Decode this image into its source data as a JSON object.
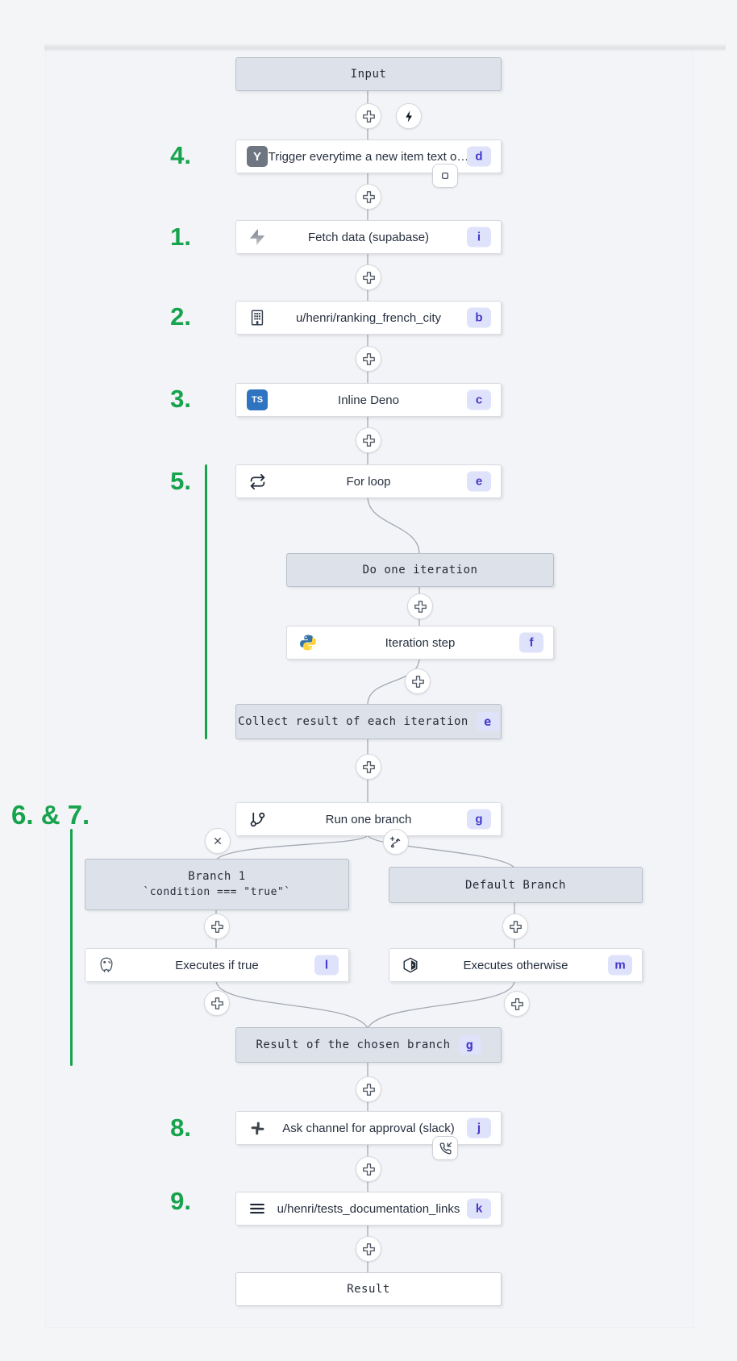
{
  "steps": {
    "input": {
      "label": "Input"
    },
    "trigger": {
      "label": "Trigger everytime a new item text o…",
      "badge": "d",
      "icon": "hacker-news",
      "icon_letter": "Y"
    },
    "fetch": {
      "label": "Fetch data (supabase)",
      "badge": "i",
      "icon": "supabase-bolt"
    },
    "ranking": {
      "label": "u/henri/ranking_french_city",
      "badge": "b",
      "icon": "building"
    },
    "inline_deno": {
      "label": "Inline Deno",
      "badge": "c",
      "icon": "typescript",
      "icon_letter": "TS"
    },
    "for_loop": {
      "label": "For loop",
      "badge": "e",
      "icon": "loop-repeat"
    },
    "do_one_iteration": {
      "label": "Do one iteration"
    },
    "iteration_step": {
      "label": "Iteration step",
      "badge": "f",
      "icon": "python"
    },
    "collect": {
      "label": "Collect result of each iteration",
      "badge": "e"
    },
    "run_one_branch": {
      "label": "Run one branch",
      "badge": "g",
      "icon": "git-branch"
    },
    "branch1": {
      "title": "Branch 1",
      "condition": "`condition === \"true\"`"
    },
    "default_branch": {
      "label": "Default Branch"
    },
    "executes_if_true": {
      "label": "Executes if true",
      "badge": "l",
      "icon": "postgresql"
    },
    "executes_otherwise": {
      "label": "Executes otherwise",
      "badge": "m",
      "icon": "module-cube"
    },
    "result_chosen": {
      "label": "Result of the chosen branch",
      "badge": "g"
    },
    "ask_channel": {
      "label": "Ask channel for approval (slack)",
      "badge": "j",
      "icon": "slack"
    },
    "tests_documentation": {
      "label": "u/henri/tests_documentation_links",
      "badge": "k",
      "icon": "menu-lines"
    },
    "result": {
      "label": "Result"
    }
  },
  "annotations": {
    "n4": "4.",
    "n1": "1.",
    "n2": "2.",
    "n3": "3.",
    "n5": "5.",
    "n67": "6. & 7.",
    "n8": "8.",
    "n9": "9."
  },
  "icons": {
    "add_step": "plus-in-circle",
    "trigger_panel": "lightning-bolt",
    "remove_branch": "close-x",
    "add_branch": "branch-plus",
    "early_stop": "stop-square",
    "suspend_approval": "phone-incoming"
  },
  "colors": {
    "annotation_green": "#17a34d",
    "badge_bg": "#dfe2fb",
    "badge_text": "#4338ca",
    "infobox_fill": "#dde2ea",
    "infobox_border": "#b7bfca",
    "node_border": "#d7dae0",
    "connector": "#a3a9b3",
    "canvas_bg": "#f3f4f7"
  }
}
